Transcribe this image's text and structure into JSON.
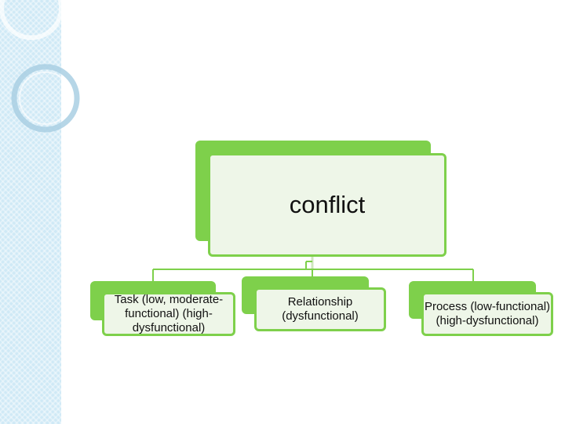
{
  "diagram": {
    "root": {
      "label": "conflict"
    },
    "children": [
      {
        "label": "Task (low, moderate-functional) (high-dysfunctional)"
      },
      {
        "label": "Relationship (dysfunctional)"
      },
      {
        "label": "Process (low-functional) (high-dysfunctional)"
      }
    ]
  },
  "colors": {
    "accent_green": "#7ed04b",
    "box_fill": "#eef6e8",
    "side_panel": "#cfe9f6",
    "connector": "#7ed04b"
  }
}
